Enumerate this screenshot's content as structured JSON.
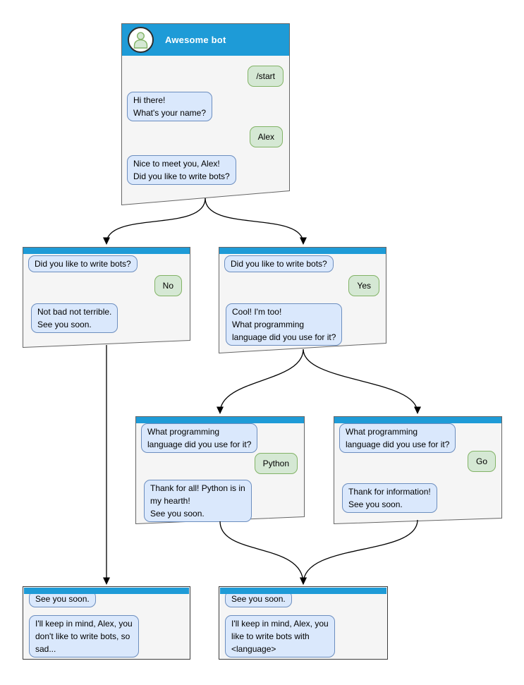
{
  "colors": {
    "header_blue": "#1e9bd7",
    "window_fill": "#f5f5f5",
    "window_border": "#666666",
    "bot_bubble_fill": "#dae8fc",
    "bot_bubble_border": "#6c8ebf",
    "user_bubble_fill": "#d5e8d4",
    "user_bubble_border": "#82b366",
    "arrow": "#000000",
    "title_text": "#ffffff"
  },
  "windows": {
    "root": {
      "title": "Awesome bot",
      "avatar_icon": "user-avatar-icon",
      "messages": [
        {
          "from": "user",
          "text": "/start"
        },
        {
          "from": "bot",
          "text": "Hi there!\nWhat's your name?"
        },
        {
          "from": "user",
          "text": "Alex"
        },
        {
          "from": "bot",
          "text": "Nice to meet you, Alex!\nDid you like to write bots?"
        }
      ]
    },
    "no_branch": {
      "messages": [
        {
          "from": "bot",
          "text": "Did you like to write bots?"
        },
        {
          "from": "user",
          "text": "No"
        },
        {
          "from": "bot",
          "text": "Not bad not terrible.\nSee you soon."
        }
      ]
    },
    "yes_branch": {
      "messages": [
        {
          "from": "bot",
          "text": "Did you like to write bots?"
        },
        {
          "from": "user",
          "text": "Yes"
        },
        {
          "from": "bot",
          "text": "Cool! I'm too!\nWhat programming\nlanguage did you use for it?"
        }
      ]
    },
    "python_branch": {
      "messages": [
        {
          "from": "bot",
          "text": "What programming\nlanguage did you use for it?"
        },
        {
          "from": "user",
          "text": "Python"
        },
        {
          "from": "bot",
          "text": "Thank for all! Python is in\nmy hearth!\nSee you soon."
        }
      ]
    },
    "go_branch": {
      "messages": [
        {
          "from": "bot",
          "text": "What programming\nlanguage did you use for it?"
        },
        {
          "from": "user",
          "text": "Go"
        },
        {
          "from": "bot",
          "text": "Thank for information!\nSee you soon."
        }
      ]
    },
    "end_negative": {
      "messages": [
        {
          "from": "bot",
          "text": "See you soon."
        },
        {
          "from": "bot",
          "text": "I'll keep in mind, Alex, you\ndon't like to write bots, so\nsad..."
        }
      ]
    },
    "end_positive": {
      "messages": [
        {
          "from": "bot",
          "text": "See you soon."
        },
        {
          "from": "bot",
          "text": "I'll keep in mind, Alex, you\nlike to write bots with\n<language>"
        }
      ]
    }
  },
  "flow": [
    {
      "from": "root",
      "to": "no_branch"
    },
    {
      "from": "root",
      "to": "yes_branch"
    },
    {
      "from": "no_branch",
      "to": "end_negative"
    },
    {
      "from": "yes_branch",
      "to": "python_branch"
    },
    {
      "from": "yes_branch",
      "to": "go_branch"
    },
    {
      "from": "python_branch",
      "to": "end_positive"
    },
    {
      "from": "go_branch",
      "to": "end_positive"
    }
  ]
}
